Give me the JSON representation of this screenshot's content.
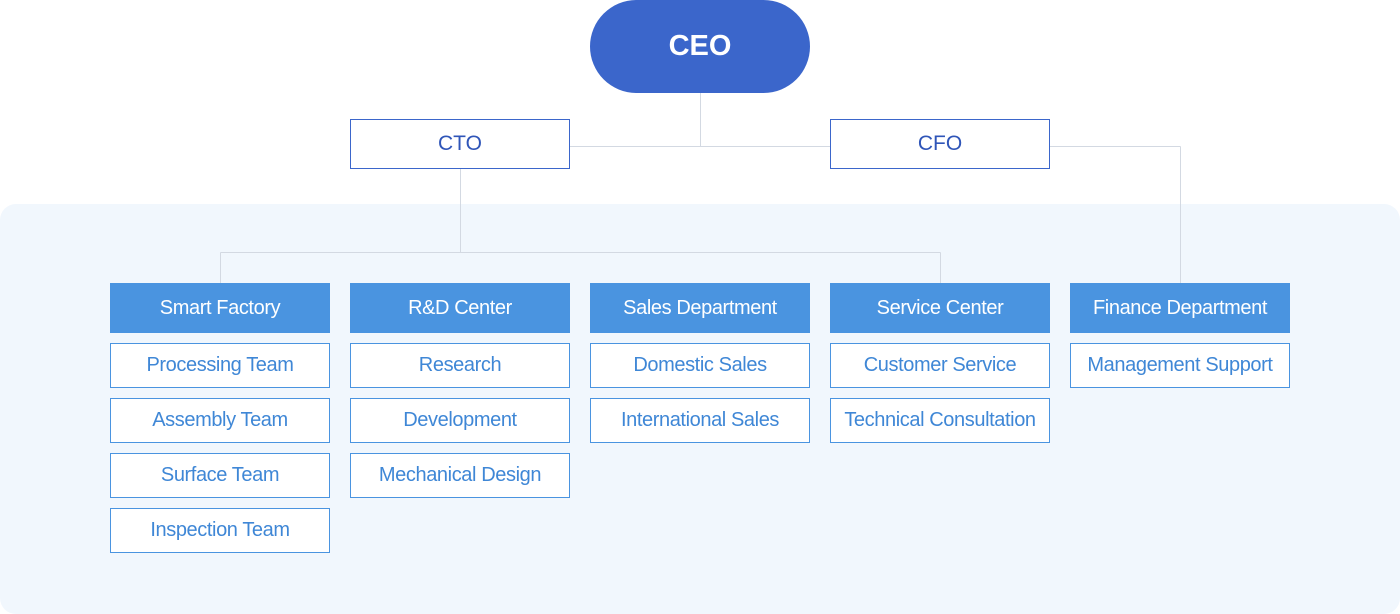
{
  "ceo": {
    "label": "CEO"
  },
  "executives": {
    "cto": {
      "label": "CTO"
    },
    "cfo": {
      "label": "CFO"
    }
  },
  "departments": [
    {
      "name": "Smart Factory",
      "teams": [
        "Processing Team",
        "Assembly Team",
        "Surface Team",
        "Inspection Team"
      ]
    },
    {
      "name": "R&D Center",
      "teams": [
        "Research",
        "Development",
        "Mechanical Design"
      ]
    },
    {
      "name": "Sales Department",
      "teams": [
        "Domestic Sales",
        "International Sales"
      ]
    },
    {
      "name": "Service Center",
      "teams": [
        "Customer Service",
        "Technical Consultation"
      ]
    },
    {
      "name": "Finance Department",
      "teams": [
        "Management Support"
      ]
    }
  ],
  "colors": {
    "ceo_fill": "#3b66cb",
    "department_fill": "#4a94e0",
    "team_text": "#3f87d6",
    "panel_background": "#f1f7fd",
    "connector": "#d3d9e2"
  }
}
